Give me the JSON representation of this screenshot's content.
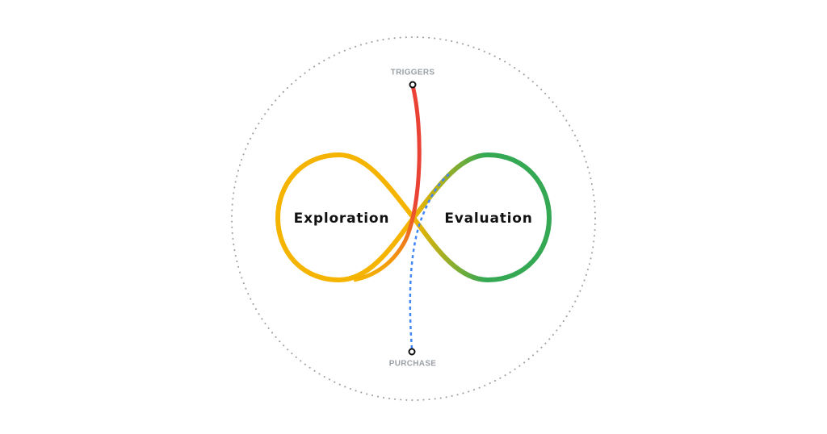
{
  "diagram": {
    "nodes": {
      "triggers": "TRIGGERS",
      "purchase": "PURCHASE",
      "exploration": "Exploration",
      "evaluation": "Evaluation"
    },
    "colors": {
      "exploration": "#f4b400",
      "evaluation": "#34a853",
      "triggers_line": "#ea4335",
      "purchase_line": "#4285f4",
      "label_gray": "#9aa0a6",
      "outer_ring": "#9aa0a6"
    }
  }
}
